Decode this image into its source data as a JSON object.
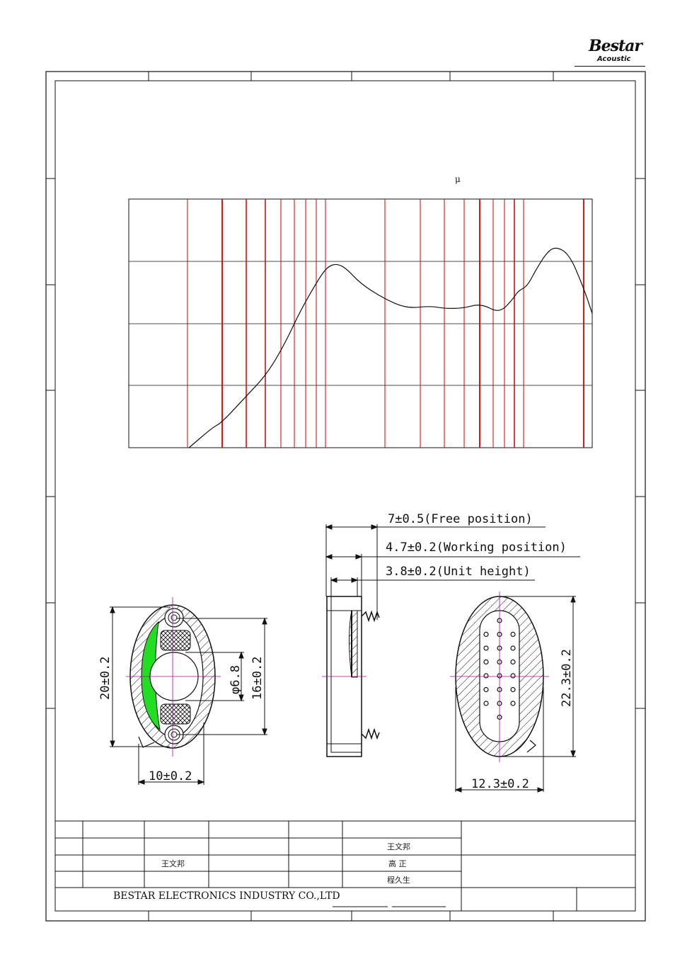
{
  "logo": {
    "main": "Bestar",
    "sub": "Acoustic"
  },
  "chart": {
    "unit_glyph": "μ"
  },
  "chart_data": {
    "type": "line",
    "title": "",
    "xlabel": "",
    "ylabel": "",
    "grid": true,
    "series": [
      {
        "x": [
          0.13,
          0.18,
          0.2,
          0.25,
          0.3,
          0.34,
          0.37,
          0.41,
          0.43,
          0.45,
          0.47,
          0.5,
          0.55,
          0.6,
          0.65,
          0.68,
          0.72,
          0.76,
          0.8,
          0.83,
          0.84,
          0.86,
          0.88,
          0.9,
          0.92,
          0.95,
          0.98,
          1.0
        ],
        "y": [
          0.0,
          0.08,
          0.1,
          0.2,
          0.3,
          0.43,
          0.55,
          0.68,
          0.73,
          0.74,
          0.72,
          0.66,
          0.6,
          0.56,
          0.57,
          0.56,
          0.56,
          0.58,
          0.54,
          0.6,
          0.63,
          0.65,
          0.72,
          0.78,
          0.81,
          0.78,
          0.65,
          0.54
        ]
      }
    ]
  },
  "dimensions": {
    "free_position": "7±0.5(Free position)",
    "working_position": "4.7±0.2(Working position)",
    "unit_height": "3.8±0.2(Unit height)",
    "height_front": "20±0.2",
    "diameter": "φ6.8",
    "inner_height": "16±0.2",
    "width_front": "10±0.2",
    "height_back": "22.3±0.2",
    "width_back": "12.3±0.2"
  },
  "title_block": {
    "designer": "王文邦",
    "drawn": "王文邦",
    "checked": "高 正",
    "approved": "程久生",
    "company": "BESTAR ELECTRONICS INDUSTRY CO.,LTD"
  }
}
